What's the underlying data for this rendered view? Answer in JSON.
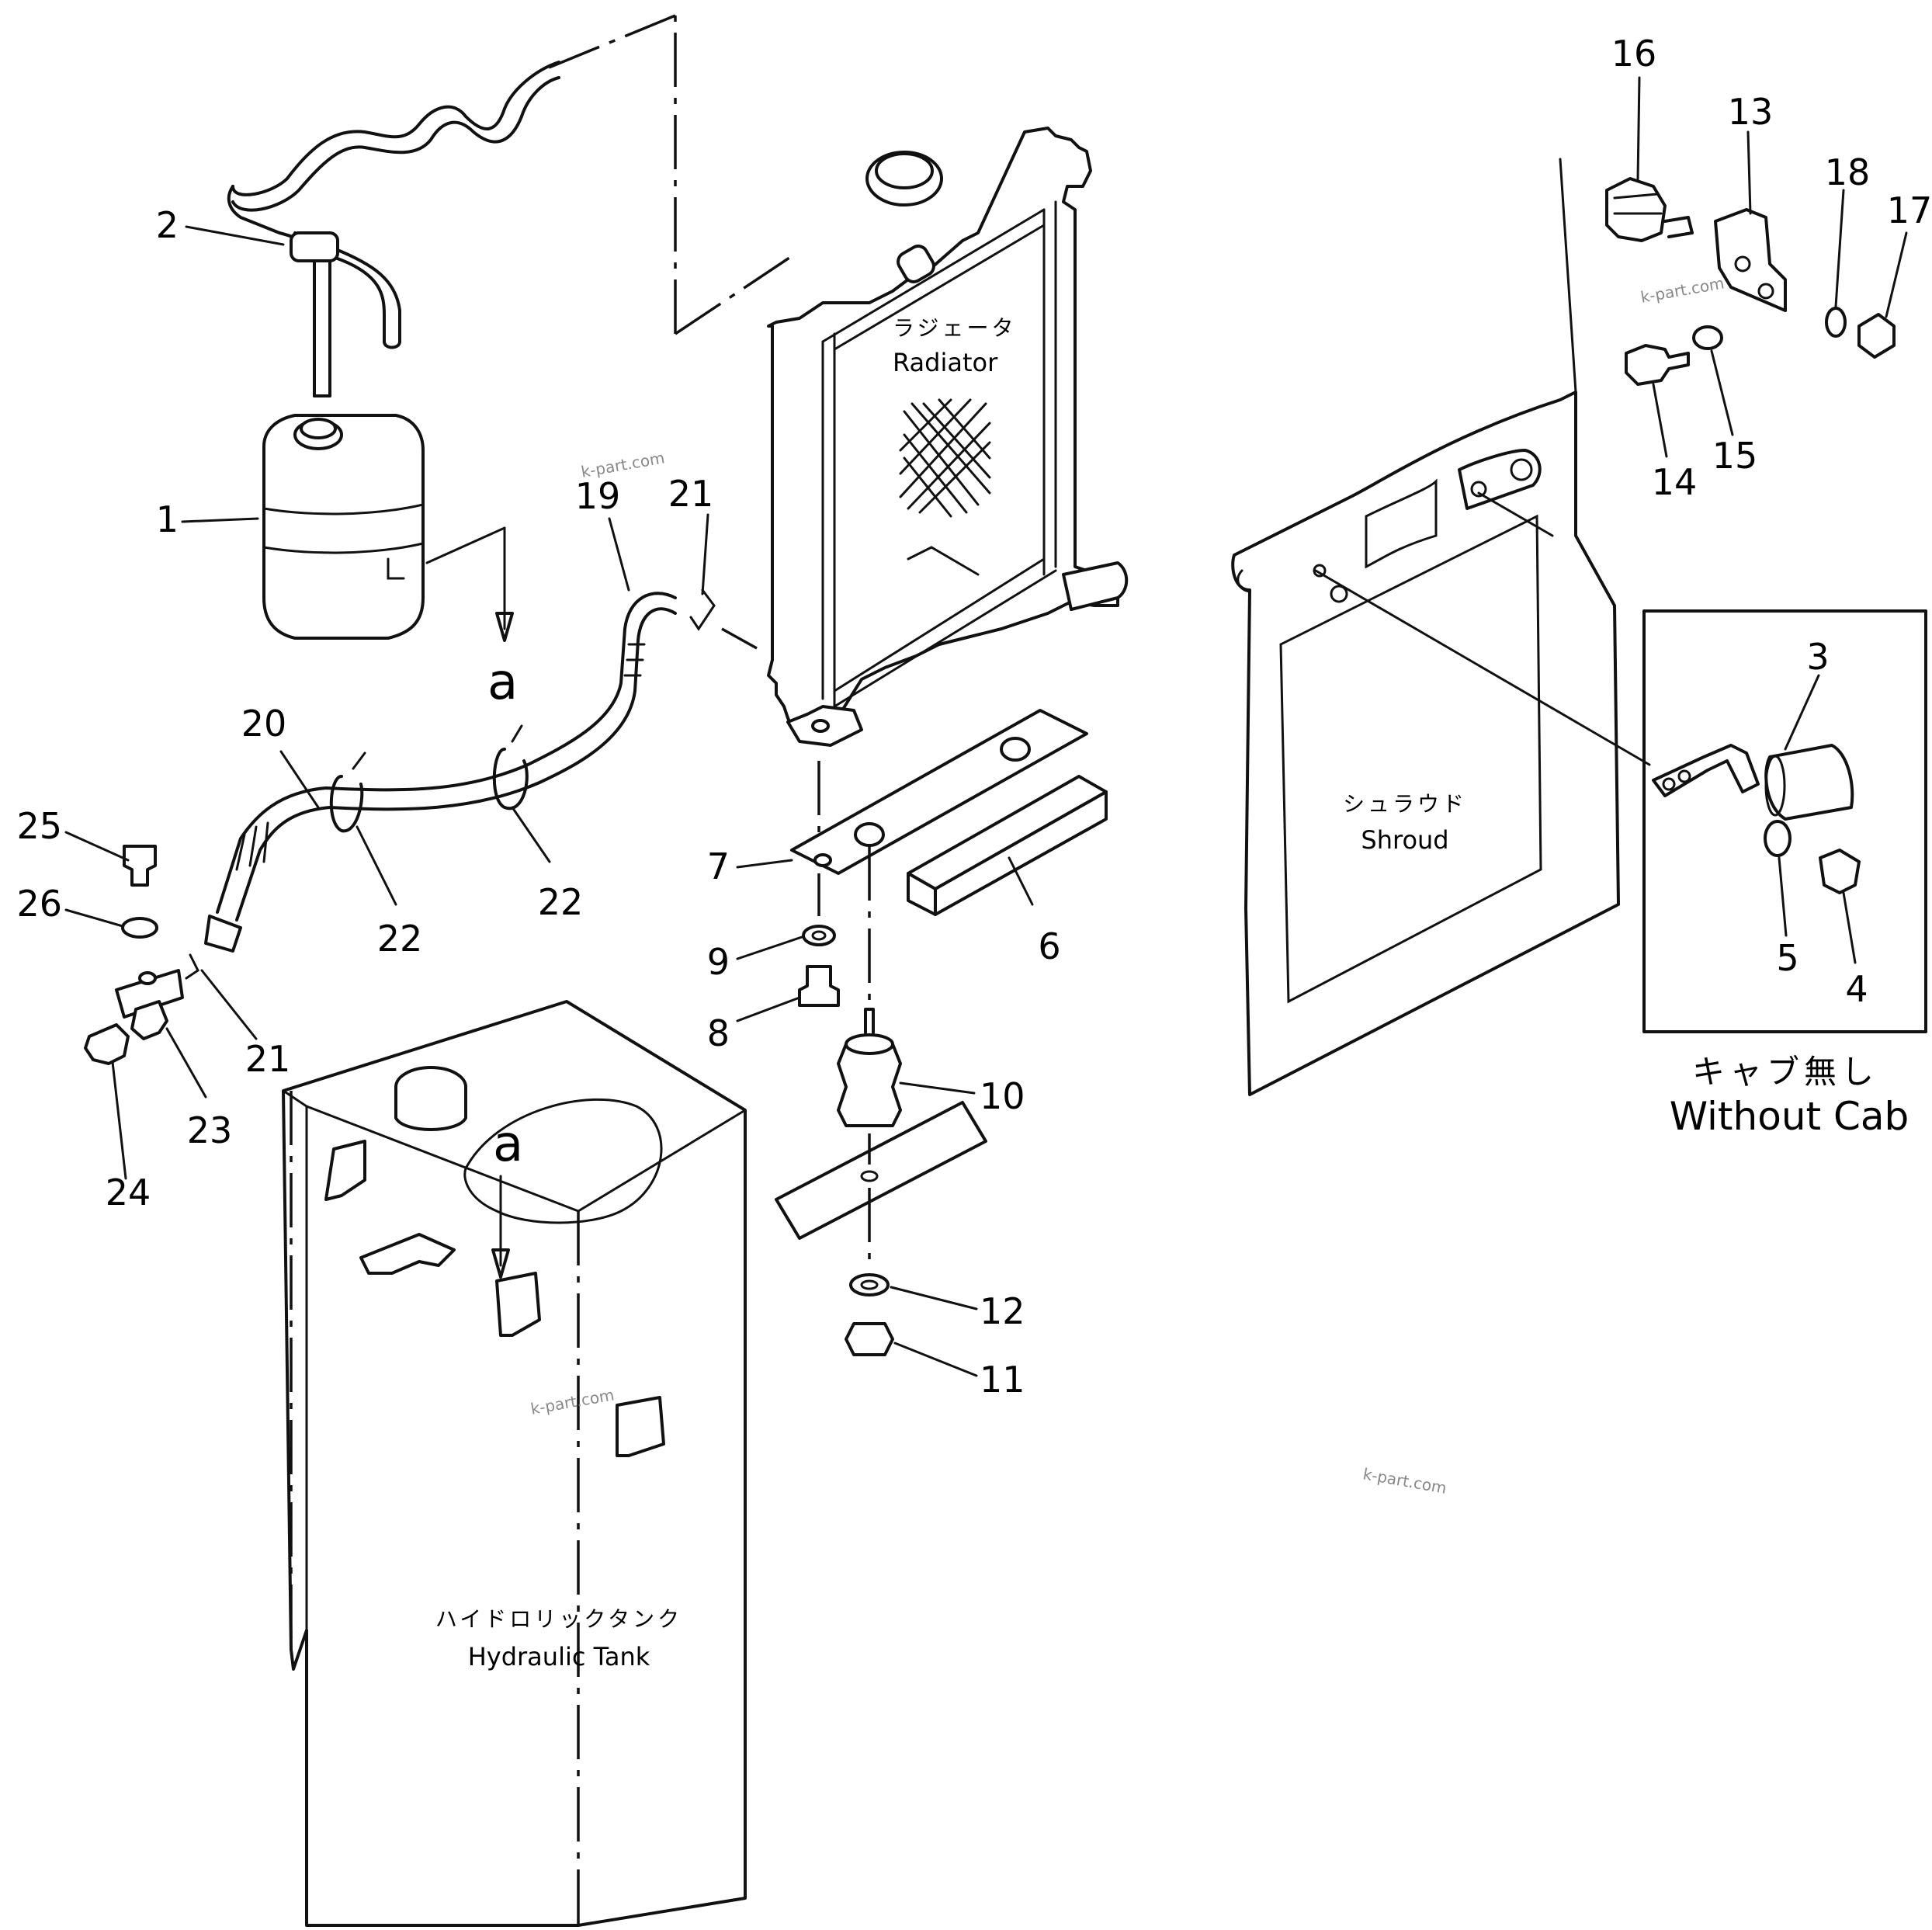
{
  "components": {
    "radiator": {
      "jp": "ラジェータ",
      "en": "Radiator"
    },
    "shroud": {
      "jp": "シュラウド",
      "en": "Shroud"
    },
    "hydraulic_tank": {
      "jp": "ハイドロリックタンク",
      "en": "Hydraulic Tank"
    }
  },
  "inset": {
    "jp": "キャブ無し",
    "en": "Without Cab"
  },
  "reference_marks": [
    "a",
    "a"
  ],
  "watermarks": [
    "k-part.com",
    "k-part.com",
    "k-part.com",
    "k-part.com"
  ],
  "callouts": [
    "1",
    "2",
    "3",
    "4",
    "5",
    "6",
    "7",
    "8",
    "9",
    "10",
    "11",
    "12",
    "13",
    "14",
    "15",
    "16",
    "17",
    "18",
    "19",
    "20",
    "21",
    "21",
    "22",
    "22",
    "23",
    "24",
    "25",
    "26"
  ]
}
